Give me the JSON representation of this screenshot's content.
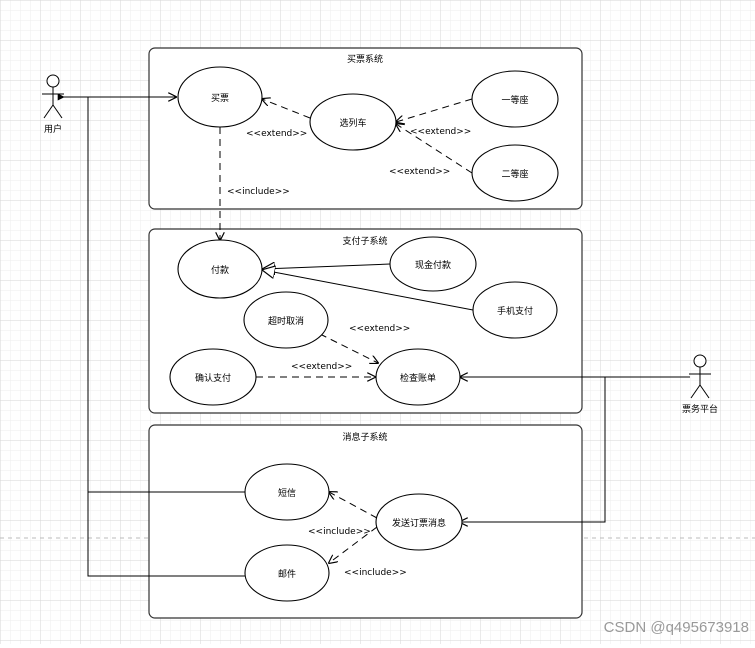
{
  "colors": {
    "background": "#ffffff",
    "grid_major": "#d6d6d6",
    "grid_minor": "#eeeeee",
    "stroke": "#000000",
    "frame_stroke": "#333333",
    "watermark": "#999999"
  },
  "actors": {
    "user": "用户",
    "platform": "票务平台"
  },
  "systems": {
    "ticket": "买票系统",
    "payment": "支付子系统",
    "message": "消息子系统"
  },
  "usecases": {
    "buy": "买票",
    "select_train": "选列车",
    "first_class": "一等座",
    "second_class": "二等座",
    "pay": "付款",
    "cash_pay": "现金付款",
    "mobile_pay": "手机支付",
    "timeout_cancel": "超时取消",
    "confirm_pay": "确认支付",
    "check_bill": "检查账单",
    "sms": "短信",
    "send_message": "发送订票消息",
    "email": "邮件"
  },
  "labels": {
    "extend": "<<extend>>",
    "include": "<<include>>"
  },
  "watermark": "CSDN @q495673918"
}
